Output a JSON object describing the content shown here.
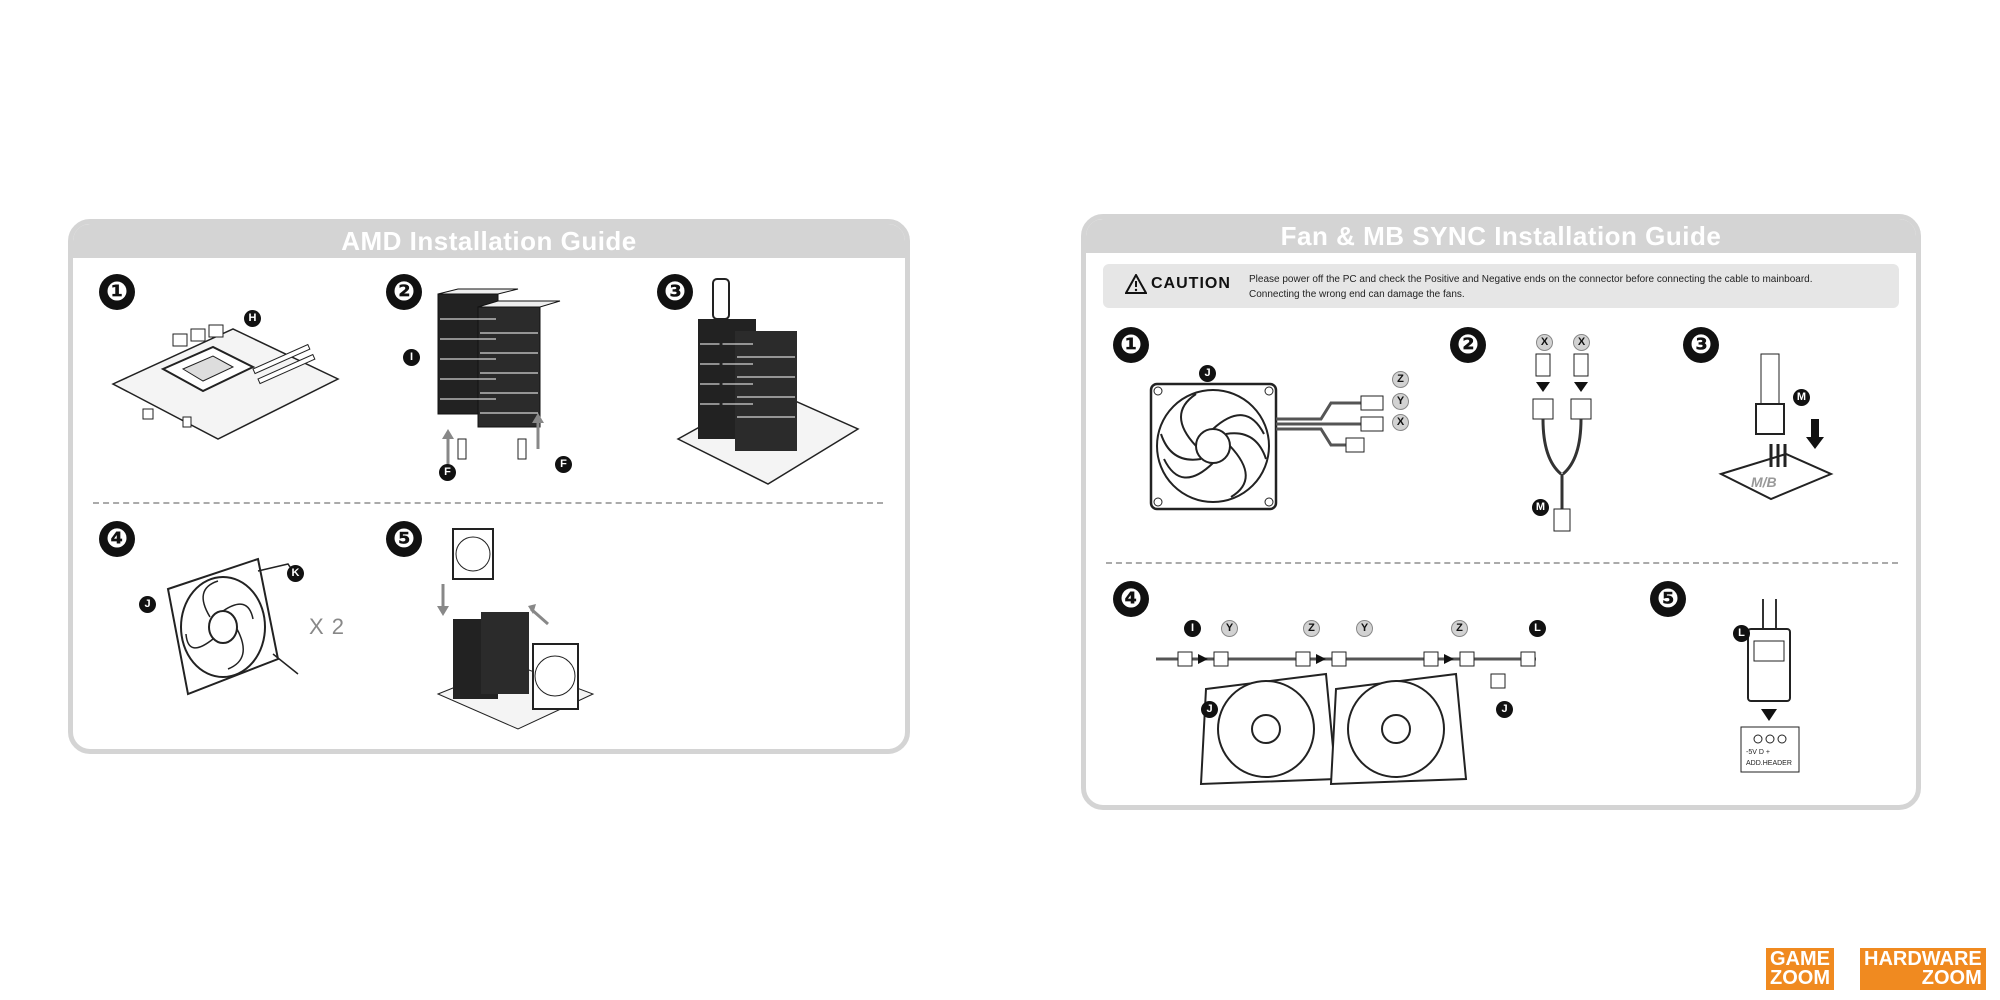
{
  "amd_panel": {
    "title": "AMD Installation Guide",
    "steps": [
      "❶",
      "❷",
      "❸",
      "❹",
      "❺"
    ],
    "parts": [
      "H",
      "I",
      "F",
      "F",
      "J",
      "K"
    ],
    "multiplier": "X 2"
  },
  "fan_panel": {
    "title": "Fan & MB SYNC Installation Guide",
    "caution_label": "CAUTION",
    "caution_line1": "Please power off the PC and check the Positive and Negative ends on the connector before connecting the cable to mainboard.",
    "caution_line2": "Connecting the wrong end can damage the fans.",
    "steps": [
      "❶",
      "❷",
      "❸",
      "❹",
      "❺"
    ],
    "parts_step1": [
      "J",
      "Z",
      "Y",
      "X"
    ],
    "parts_step2": [
      "X",
      "X",
      "M"
    ],
    "parts_step3": [
      "M"
    ],
    "board_label": "M/B",
    "parts_step4": [
      "I",
      "Y",
      "Z",
      "Y",
      "Z",
      "L",
      "J",
      "J"
    ],
    "parts_step5": [
      "L"
    ],
    "header_pins": "-5V D  +",
    "header_label": "ADD.HEADER"
  },
  "watermark": {
    "left": "GAME\nZOOM",
    "right": "HARDWARE\nZOOM",
    "color": "#f08a20"
  }
}
